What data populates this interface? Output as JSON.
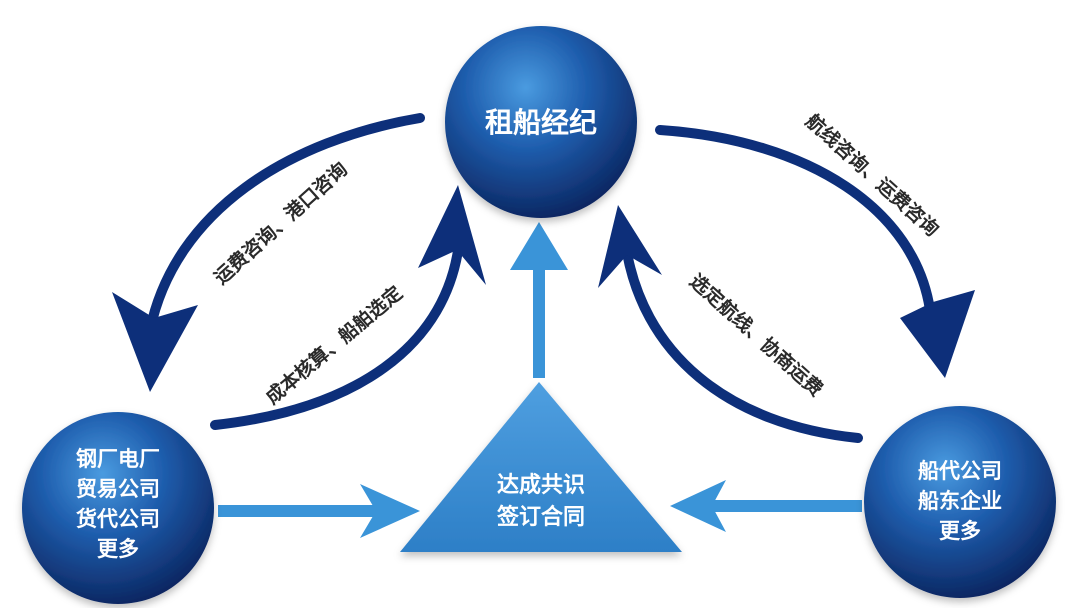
{
  "nodes": {
    "top": {
      "label": "租船经纪"
    },
    "left": {
      "lines": [
        "钢厂电厂",
        "贸易公司",
        "货代公司",
        "更多"
      ]
    },
    "right": {
      "lines": [
        "船代公司",
        "船东企业",
        "更多"
      ]
    },
    "center": {
      "lines": [
        "达成共识",
        "签订合同"
      ]
    }
  },
  "edges": {
    "left_outer": "运费咨询、港口咨询",
    "left_inner": "成本核算、船舶选定",
    "right_outer": "航线咨询、运费咨询",
    "right_inner": "选定航线、协商运费"
  },
  "colors": {
    "node_dark": "#0d2c6b",
    "node_light": "#3f8fd6",
    "arrow_dark": "#0d2f7a",
    "arrow_light": "#3a94d8",
    "triangle": "#3d8fd3"
  }
}
